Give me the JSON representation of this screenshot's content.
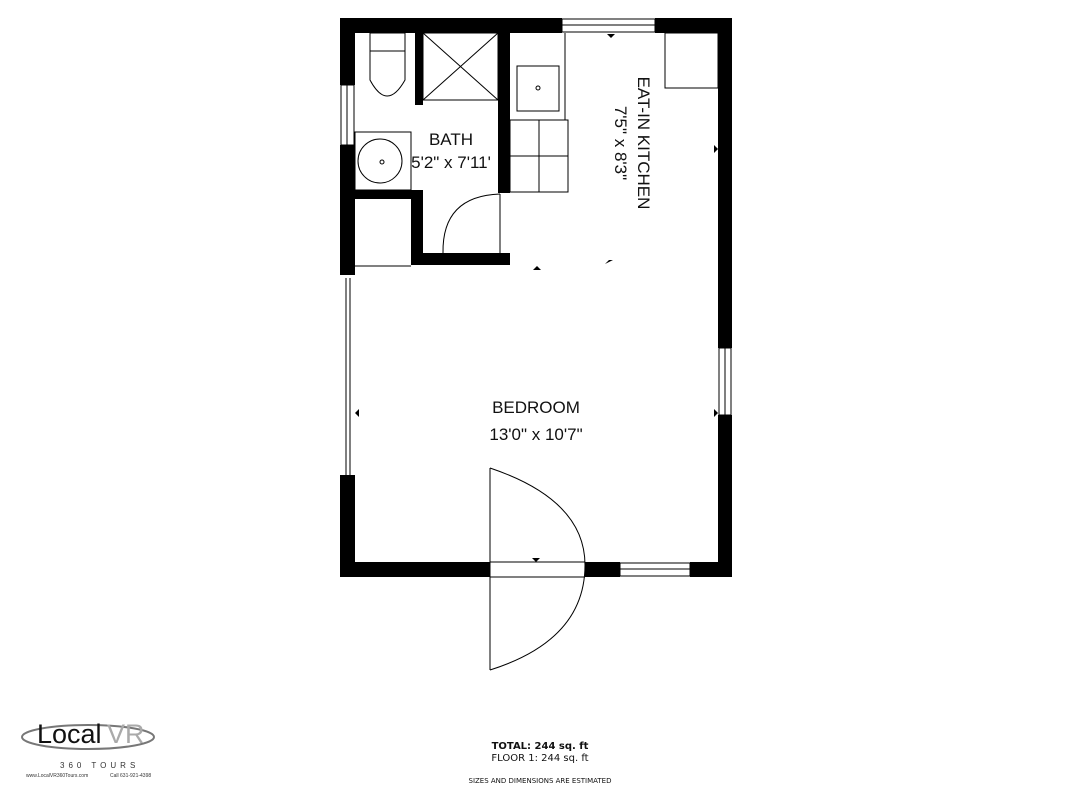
{
  "rooms": {
    "bath": {
      "name": "BATH",
      "size": "5'2\" x 7'11'"
    },
    "kitchen": {
      "name": "EAT-IN KITCHEN",
      "size": "7'5\" x 8'3\""
    },
    "bedroom": {
      "name": "BEDROOM",
      "size": "13'0\" x 10'7\""
    }
  },
  "footer": {
    "total": "TOTAL: 244 sq. ft",
    "floor1": "FLOOR 1: 244 sq. ft",
    "note": "SIZES AND DIMENSIONS ARE ESTIMATED"
  },
  "logo": {
    "brand_a": "Local",
    "brand_b": "VR",
    "tagline": "360 TOURS",
    "website": "www.LocalVR360Tours.com",
    "phone": "Call 631-921-4398"
  }
}
